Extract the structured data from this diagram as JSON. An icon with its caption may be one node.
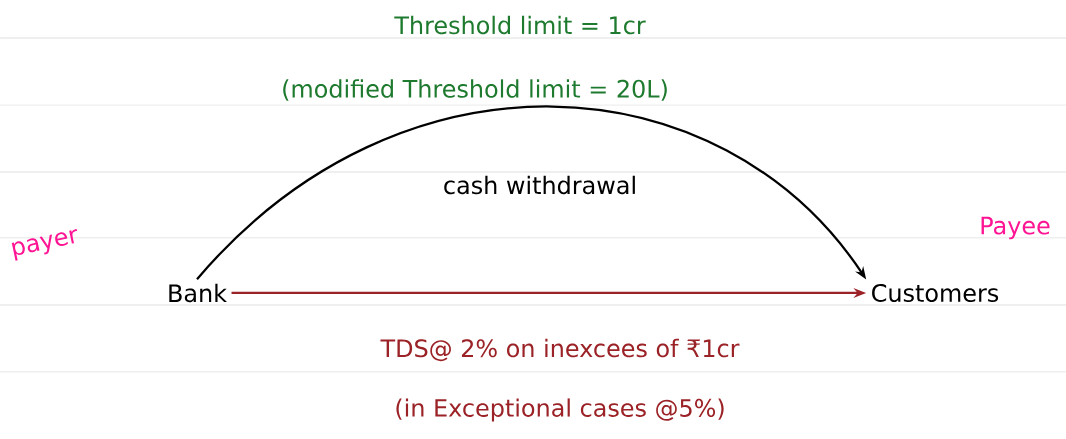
{
  "diagram": {
    "title": "Threshold limit = 1cr",
    "nodes": [
      {
        "text": [
          "Bank"
        ],
        "beside": [
          "payer"
        ]
      },
      {
        "text": [
          "Customers"
        ],
        "beside": [
          "Payee"
        ]
      }
    ],
    "edges": [
      {
        "from": 0,
        "to": 1,
        "arrow": "to",
        "label": "cash withdrawal"
      },
      {
        "from": 0,
        "to": 1,
        "arrow": "to",
        "color": "#9b2226"
      }
    ],
    "labels": [
      "(modified Threshold limit = 20L)",
      "TDS@ 2% on inexcees of ₹1cr",
      "(in Exceptional cases @5%)"
    ]
  }
}
